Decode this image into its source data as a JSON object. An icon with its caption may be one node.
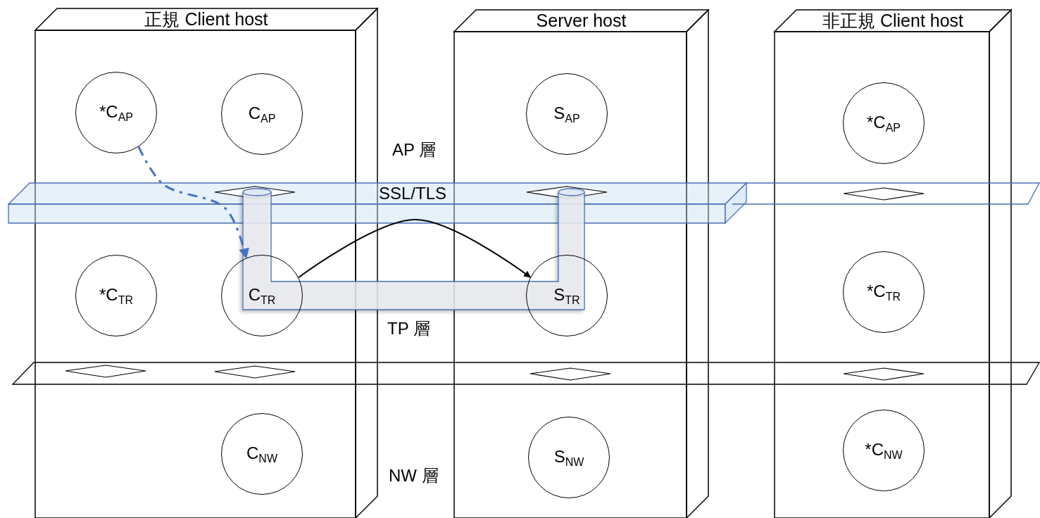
{
  "diagram": {
    "nodes": [
      {
        "text": [
          "正規 Client host"
        ]
      },
      {
        "text": [
          "*C$_{AP}$"
        ],
        "in": 0
      },
      {
        "text": [
          "C$_{AP}$"
        ],
        "in": 0
      },
      {
        "text": [
          "*C$_{TR}$"
        ],
        "in": 0
      },
      {
        "text": [
          "C$_{TR}$"
        ],
        "in": 0
      },
      {
        "text": [
          "C$_{NW}$"
        ],
        "in": 0
      },
      {
        "text": [
          "Server host"
        ]
      },
      {
        "text": [
          "S$_{AP}$"
        ],
        "in": 6
      },
      {
        "text": [
          "S$_{TR}$"
        ],
        "in": 6
      },
      {
        "text": [
          "S$_{NW}$"
        ],
        "in": 6
      },
      {
        "text": [
          "非正規 Client host"
        ]
      },
      {
        "text": [
          "*C$_{AP}$"
        ],
        "in": 10
      },
      {
        "text": [
          "*C$_{TR}$"
        ],
        "in": 10
      },
      {
        "text": [
          "*C$_{NW}$"
        ],
        "in": 10
      }
    ],
    "edges": [
      {
        "from": 1,
        "to": 4,
        "arrow": "to",
        "style": "dashed",
        "color": "#4472c4"
      },
      {
        "from": 4,
        "to": 8,
        "arrow": "to",
        "color": "#000000"
      }
    ],
    "labels": [
      "AP 層",
      "SSL/TLS",
      "TP 層",
      "NW 層"
    ]
  }
}
